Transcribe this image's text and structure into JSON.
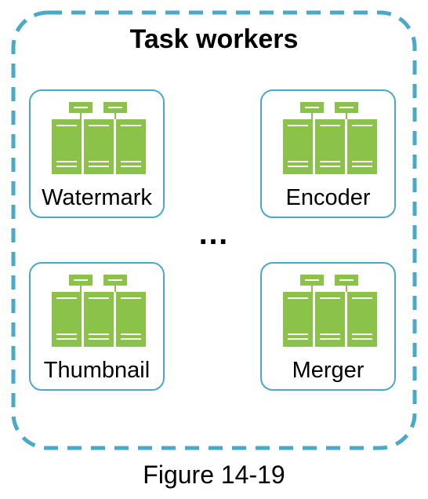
{
  "group": {
    "title": "Task workers",
    "border_color": "#4aa8c9"
  },
  "workers": [
    {
      "label": "Watermark",
      "icon": "server-rack-icon"
    },
    {
      "label": "Encoder",
      "icon": "server-rack-icon"
    },
    {
      "label": "Thumbnail",
      "icon": "server-rack-icon"
    },
    {
      "label": "Merger",
      "icon": "server-rack-icon"
    }
  ],
  "ellipsis": "…",
  "caption": "Figure 14-19",
  "colors": {
    "server_green": "#8bc34a",
    "server_line": "#ffffff",
    "card_border": "#4aa8c9"
  }
}
